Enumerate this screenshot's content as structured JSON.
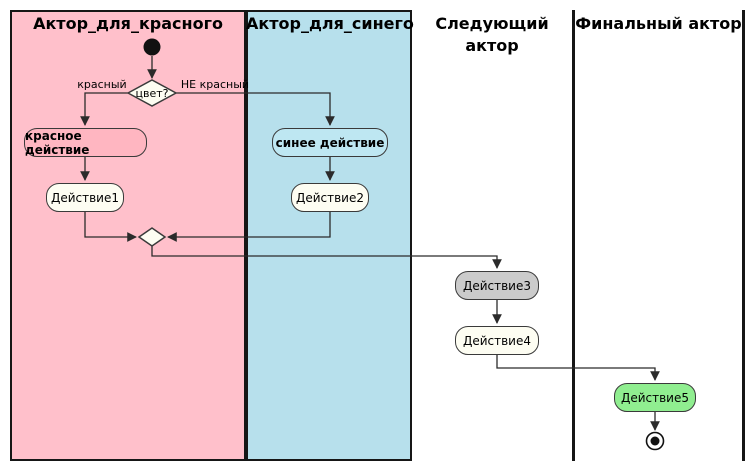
{
  "lanes": [
    {
      "title": "Актор_для_красного",
      "color": "#FFC0CB"
    },
    {
      "title": "Актор_для_синего",
      "color": "#B7E0EC"
    },
    {
      "title": "Следующий актор",
      "color": "#FFFFFF"
    },
    {
      "title": "Финальный актор",
      "color": "#FFFFFF"
    }
  ],
  "nodes": {
    "decision": {
      "label": "цвет?",
      "fill": "#FDFDF2"
    },
    "red_action": {
      "label": "красное действие",
      "fill": "#FFB6C1"
    },
    "action1": {
      "label": "Действие1",
      "fill": "#FDFDF2"
    },
    "blue_action": {
      "label": "синее действие",
      "fill": "#BEE7F2"
    },
    "action2": {
      "label": "Действие2",
      "fill": "#FDFDF2"
    },
    "action3": {
      "label": "Действие3",
      "fill": "#CBCBCB"
    },
    "action4": {
      "label": "Действие4",
      "fill": "#FDFDF2"
    },
    "action5": {
      "label": "Действие5",
      "fill": "#90EE90"
    }
  },
  "edge_labels": {
    "red": "красный",
    "not_red": "НЕ красный"
  },
  "terminals": {
    "start_color": "#111111",
    "final_color": "#111111"
  }
}
